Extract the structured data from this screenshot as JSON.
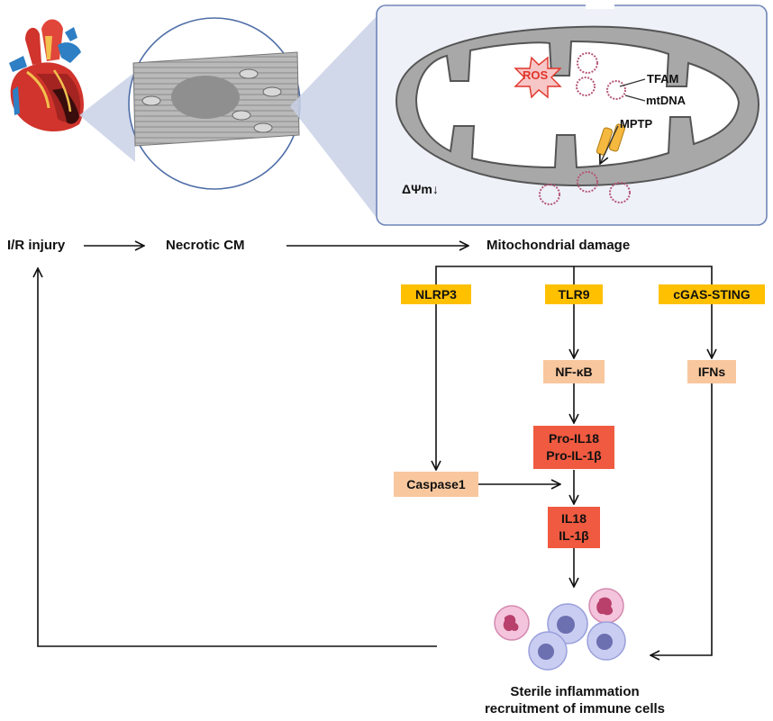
{
  "flow": {
    "ir_injury": "I/R injury",
    "necrotic_cm": "Necrotic CM",
    "mito_damage": "Mitochondrial damage",
    "outcome_line1": "Sterile inflammation",
    "outcome_line2": "recruitment of immune cells"
  },
  "sensors": {
    "nlrp3": "NLRP3",
    "tlr9": "TLR9",
    "cgas": "cGAS-STING"
  },
  "mediators": {
    "nfkb": "NF-κB",
    "ifns": "IFNs",
    "caspase1": "Caspase1",
    "pro_il18": "Pro-IL18",
    "pro_il1b": "Pro-IL-1β",
    "il18": "IL18",
    "il1b": "IL-1β"
  },
  "mito_panel": {
    "ros": "ROS",
    "tfam": "TFAM",
    "mtdna": "mtDNA",
    "mptp": "MPTP",
    "membrane_potential": "ΔΨm↓"
  },
  "colors": {
    "sensor": "#FFC000",
    "mediator": "#F8C79E",
    "cytokine": "#F05A40",
    "panel_border": "#6F86B8",
    "panel_fill": "#EEF1F8"
  }
}
